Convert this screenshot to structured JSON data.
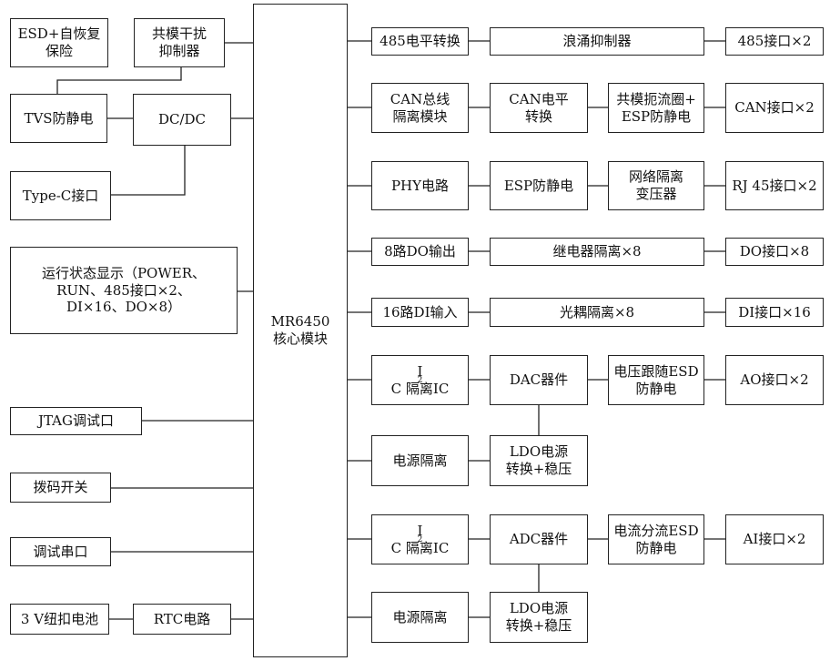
{
  "core": "MR6450\n核心模块",
  "left": {
    "esd": "ESD+自恢复\n保险",
    "cm_filter": "共模干扰\n抑制器",
    "tvs": "TVS防静电",
    "dcdc": "DC/DC",
    "typec": "Type-C接口",
    "status": "运行状态显示（POWER、\nRUN、485接口×2、\nDI×16、DO×8）",
    "jtag": "JTAG调试口",
    "dip": "拨码开关",
    "serial": "调试串口",
    "battery": "3 V纽扣电池",
    "rtc": "RTC电路"
  },
  "right": {
    "r485": {
      "a": "485电平转换",
      "b": "浪涌抑制器",
      "c": "485接口×2"
    },
    "can": {
      "a": "CAN总线\n隔离模块",
      "b": "CAN电平\n转换",
      "c": "共模扼流圈+\nESP防静电",
      "d": "CAN接口×2"
    },
    "phy": {
      "a": "PHY电路",
      "b": "ESP防静电",
      "c": "网络隔离\n变压器",
      "d": "RJ 45接口×2"
    },
    "do": {
      "a": "8路DO输出",
      "b": "继电器隔离×8",
      "c": "DO接口×8"
    },
    "di": {
      "a": "16路DI输入",
      "b": "光耦隔离×8",
      "c": "DI接口×16"
    },
    "ao": {
      "a_pre": "I",
      "a_sup": "2",
      "a_post": "C 隔离IC",
      "b": "DAC器件",
      "c": "电压跟随ESD\n防静电",
      "d": "AO接口×2",
      "pwr": "电源隔离",
      "ldo": "LDO电源\n转换+稳压"
    },
    "ai": {
      "a_pre": "I",
      "a_sup": "2",
      "a_post": "C 隔离IC",
      "b": "ADC器件",
      "c": "电流分流ESD\n防静电",
      "d": "AI接口×2",
      "pwr": "电源隔离",
      "ldo": "LDO电源\n转换+稳压"
    }
  }
}
